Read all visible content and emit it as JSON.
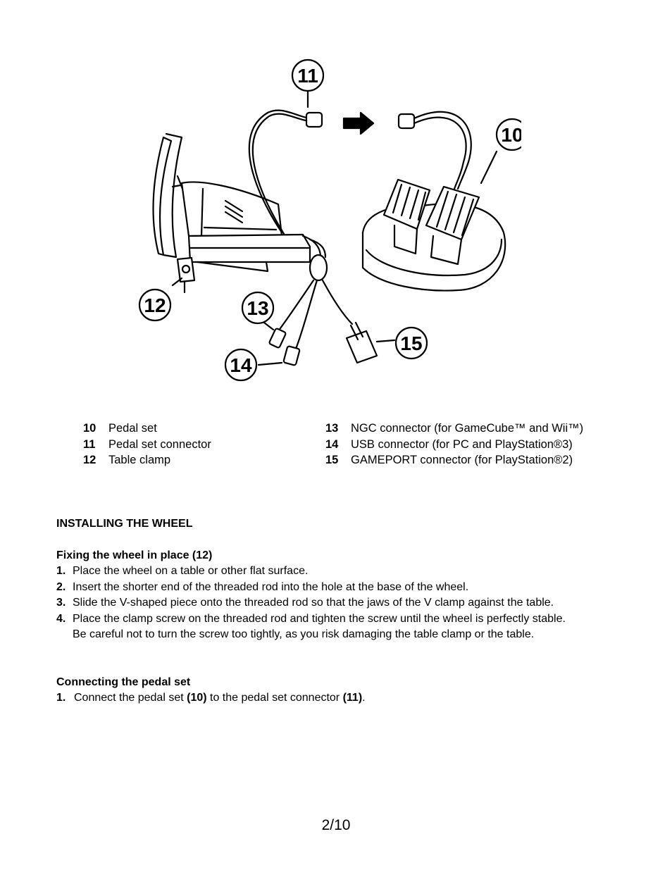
{
  "figure": {
    "callouts": [
      "11",
      "10",
      "12",
      "13",
      "14",
      "15"
    ]
  },
  "legend_left": [
    {
      "num": "10",
      "label": "Pedal set"
    },
    {
      "num": "11",
      "label": "Pedal set connector"
    },
    {
      "num": "12",
      "label": "Table clamp"
    }
  ],
  "legend_right": [
    {
      "num": "13",
      "label": "NGC connector (for GameCube™ and Wii™)"
    },
    {
      "num": "14",
      "label": "USB connector (for PC and PlayStation®3)"
    },
    {
      "num": "15",
      "label": "GAMEPORT connector (for PlayStation®2)"
    }
  ],
  "section_title": "INSTALLING THE WHEEL",
  "fixing": {
    "title": "Fixing the wheel in place (12)",
    "steps": [
      {
        "n": "1.",
        "text": "Place the wheel on a table or other flat surface."
      },
      {
        "n": "2.",
        "text": "Insert the shorter end of the threaded rod into the hole at the base of the wheel."
      },
      {
        "n": "3.",
        "text": "Slide the V-shaped piece onto the threaded rod so that the jaws of the V clamp against the table."
      },
      {
        "n": "4.",
        "text": "Place the clamp screw on the threaded rod and tighten the screw until the wheel is perfectly stable.",
        "text2": "Be careful not to turn the screw too tightly, as you risk damaging the table clamp or the table."
      }
    ]
  },
  "connecting": {
    "title": "Connecting the pedal set",
    "step_n": "1.",
    "t1": "Connect the pedal set ",
    "b1": "(10)",
    "t2": " to the pedal set connector ",
    "b2": "(11)",
    "t3": "."
  },
  "footer": {
    "page": "2/10"
  }
}
